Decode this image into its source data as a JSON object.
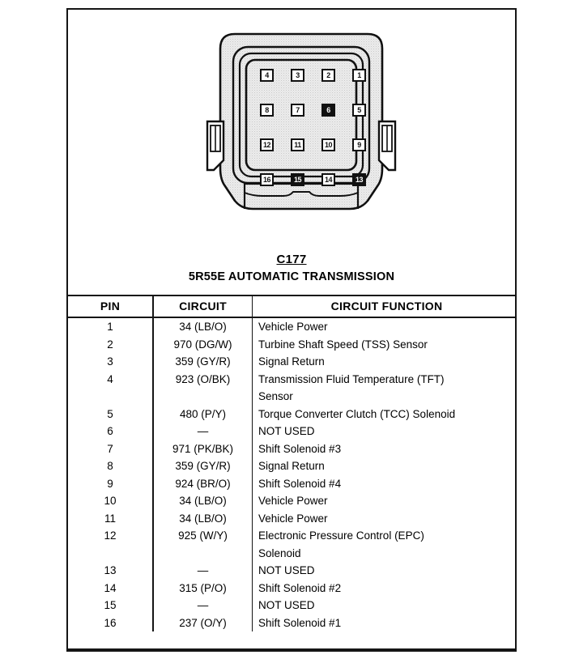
{
  "page": {
    "border_color": "#151515",
    "background": "#ffffff"
  },
  "connector": {
    "name": "16-pin transmission connector",
    "body_fill": "#e8e8e8",
    "outline_color": "#111111",
    "rows": [
      [
        {
          "number": "4",
          "filled": false
        },
        {
          "number": "3",
          "filled": false
        },
        {
          "number": "2",
          "filled": false
        },
        {
          "number": "1",
          "filled": false
        }
      ],
      [
        {
          "number": "8",
          "filled": false
        },
        {
          "number": "7",
          "filled": false
        },
        {
          "number": "6",
          "filled": true
        },
        {
          "number": "5",
          "filled": false
        }
      ],
      [
        {
          "number": "12",
          "filled": false
        },
        {
          "number": "11",
          "filled": false
        },
        {
          "number": "10",
          "filled": false
        },
        {
          "number": "9",
          "filled": false
        }
      ],
      [
        {
          "number": "16",
          "filled": false
        },
        {
          "number": "15",
          "filled": true
        },
        {
          "number": "14",
          "filled": false
        },
        {
          "number": "13",
          "filled": true
        }
      ]
    ]
  },
  "title": {
    "connector_id": "C177",
    "assembly": "5R55E AUTOMATIC TRANSMISSION"
  },
  "table": {
    "headers": {
      "pin": "PIN",
      "circuit": "CIRCUIT",
      "function": "CIRCUIT FUNCTION"
    },
    "rows": [
      {
        "pin": "1",
        "circuit": "34 (LB/O)",
        "function": "Vehicle Power"
      },
      {
        "pin": "2",
        "circuit": "970 (DG/W)",
        "function": "Turbine Shaft Speed (TSS) Sensor"
      },
      {
        "pin": "3",
        "circuit": "359 (GY/R)",
        "function": "Signal Return"
      },
      {
        "pin": "4",
        "circuit": "923 (O/BK)",
        "function": "Transmission Fluid Temperature (TFT)"
      },
      {
        "pin": "",
        "circuit": "",
        "function": "Sensor"
      },
      {
        "pin": "5",
        "circuit": "480 (P/Y)",
        "function": "Torque Converter Clutch (TCC) Solenoid"
      },
      {
        "pin": "6",
        "circuit": "—",
        "function": "NOT USED"
      },
      {
        "pin": "7",
        "circuit": "971 (PK/BK)",
        "function": "Shift Solenoid #3"
      },
      {
        "pin": "8",
        "circuit": "359 (GY/R)",
        "function": "Signal Return"
      },
      {
        "pin": "9",
        "circuit": "924 (BR/O)",
        "function": "Shift Solenoid #4"
      },
      {
        "pin": "10",
        "circuit": "34 (LB/O)",
        "function": "Vehicle Power"
      },
      {
        "pin": "11",
        "circuit": "34 (LB/O)",
        "function": "Vehicle Power"
      },
      {
        "pin": "12",
        "circuit": "925 (W/Y)",
        "function": "Electronic Pressure Control (EPC)"
      },
      {
        "pin": "",
        "circuit": "",
        "function": "Solenoid"
      },
      {
        "pin": "13",
        "circuit": "—",
        "function": "NOT USED"
      },
      {
        "pin": "14",
        "circuit": "315 (P/O)",
        "function": "Shift Solenoid #2"
      },
      {
        "pin": "15",
        "circuit": "—",
        "function": "NOT USED"
      },
      {
        "pin": "16",
        "circuit": "237 (O/Y)",
        "function": "Shift Solenoid #1"
      }
    ]
  }
}
